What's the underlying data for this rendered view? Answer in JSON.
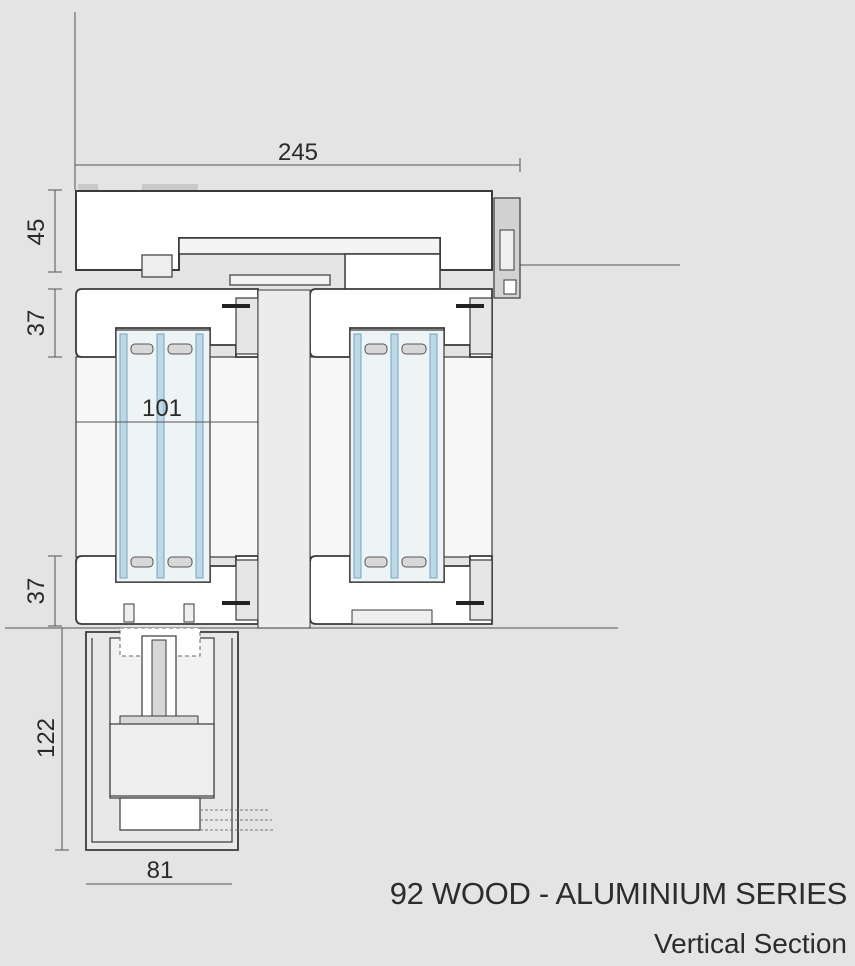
{
  "dimensions": {
    "overall_width": "245",
    "head_height": "45",
    "top_rail": "37",
    "sash_depth": "101",
    "bottom_rail": "37",
    "track_height": "122",
    "track_width": "81"
  },
  "caption": {
    "title": "92 WOOD - ALUMINIUM SERIES",
    "subtitle": "Vertical Section"
  },
  "colors": {
    "background": "#e4e4e4",
    "wood": "#ffffff",
    "outline": "#3a3a3a",
    "glass": "#bcd9e8",
    "aluminium": "#d2d2d2"
  }
}
